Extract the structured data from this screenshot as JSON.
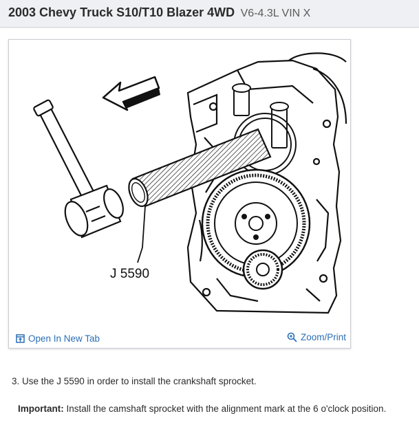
{
  "header": {
    "vehicle": "2003 Chevy Truck S10/T10 Blazer 4WD",
    "engine": "V6-4.3L VIN X"
  },
  "figure": {
    "callout_label": "J 5590",
    "open_tab_label": "Open In New Tab",
    "open_tab_icon": "open-in-new-tab-icon",
    "zoom_label": "Zoom/Print",
    "zoom_icon": "zoom-icon",
    "link_color": "#2a6fb6"
  },
  "instructions": {
    "step_text": "3. Use the J 5590 in order to install the crankshaft sprocket.",
    "important_label": "Important:",
    "important_text": "Install the camshaft sprocket with the alignment mark at the 6 o'clock position."
  }
}
